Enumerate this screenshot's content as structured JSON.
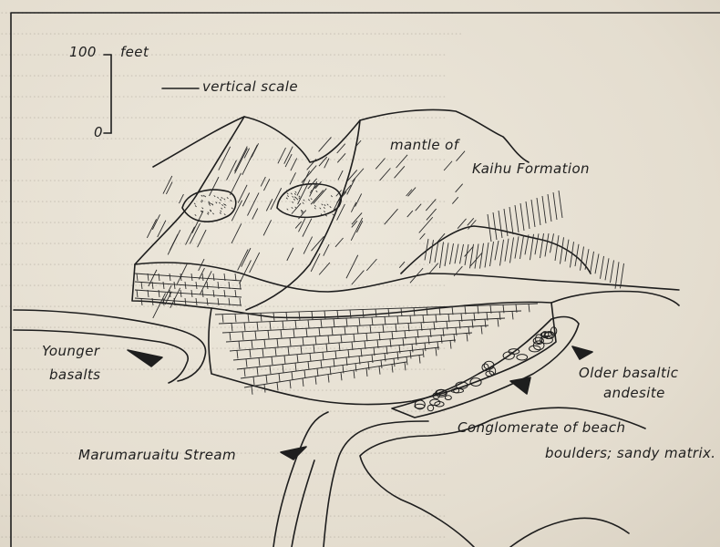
{
  "figure": {
    "scale_top": "100",
    "scale_unit": "feet",
    "scale_bottom": "0",
    "scale_caption": "vertical scale"
  },
  "labels": {
    "mantle_line1": "mantle   of",
    "mantle_line2": "Kaihu Formation",
    "younger_line1": "Younger",
    "younger_line2": "basalts",
    "older_line1": "Older basaltic",
    "older_line2": "andesite",
    "conglomerate_line1": "Conglomerate   of beach",
    "conglomerate_line2": "boulders; sandy matrix.",
    "stream": "Marumaruaitu   Stream"
  }
}
